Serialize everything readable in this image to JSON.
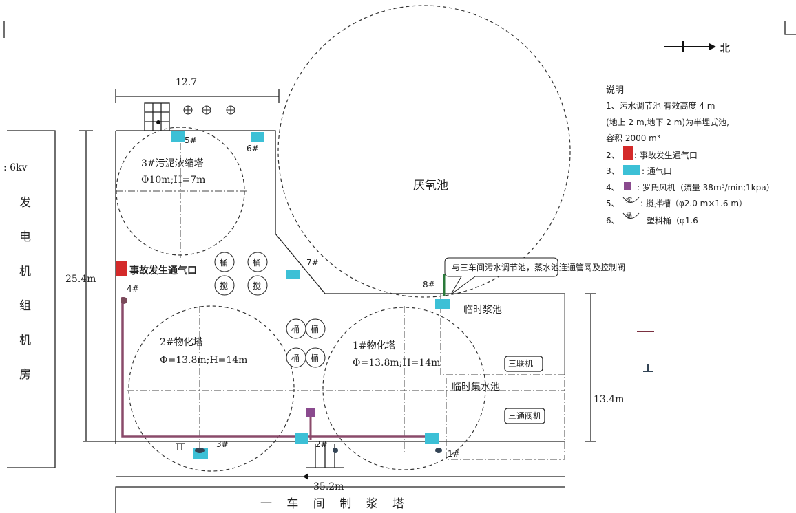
{
  "north": {
    "label": "北"
  },
  "dimensions": {
    "top_width": "12.7",
    "left_height": "25.4m",
    "right_height": "13.4m",
    "bottom_width": "35.2m"
  },
  "generator_room": {
    "voltage": ": 6kv",
    "chars": [
      "发",
      "电",
      "机",
      "组",
      "机",
      "房"
    ]
  },
  "bottom_building": "一 车 间 制 浆 塔",
  "tanks": {
    "anaerobic": "厌氧池",
    "tower3": {
      "name": "3#污泥浓缩塔",
      "spec": "Φ10m;H=7m"
    },
    "tower2": {
      "name": "2#物化塔",
      "spec": "Φ=13.8m;H=14m"
    },
    "tower1": {
      "name": "1#物化塔",
      "spec": "Φ=13.8m;H=14m"
    },
    "slurry_pool": "临时浆池",
    "collect_pool": "临时集水池",
    "box1": "三联机",
    "box2": "三通阀机"
  },
  "emergency_vent_label": "事故发生通气口",
  "callout": "与三车间污水调节池，蒸水池连通管网及控制阀",
  "vent_labels": [
    "1#",
    "2#",
    "3#",
    "4#",
    "5#",
    "6#",
    "7#",
    "8#"
  ],
  "small_circles": {
    "top": [
      "桶",
      "桶",
      "搅",
      "搅"
    ],
    "bottom": [
      "桶",
      "桶",
      "桶",
      "桶"
    ]
  },
  "legend": {
    "title": "说明",
    "items": [
      "1、污水调节池 有效高度 4 m",
      "(地上 2 m,地下 2 m)为半埋式池,",
      "容积 2000 m³",
      "2、",
      ": 事故发生通气口",
      "3、",
      ": 通气口",
      "4、",
      ": 罗氏风机（流量 38m³/min;1kpa）",
      "5、",
      ": 搅拌槽（φ2.0 m×1.6 m）",
      "6、",
      " 塑料桶（φ1.6"
    ],
    "icon5": "搅",
    "icon6": "桶"
  },
  "colors": {
    "emergency": "#d42a2a",
    "vent": "#3cc0d6",
    "fan": "#8a4a8e",
    "pipe": "#8a4a6a"
  }
}
